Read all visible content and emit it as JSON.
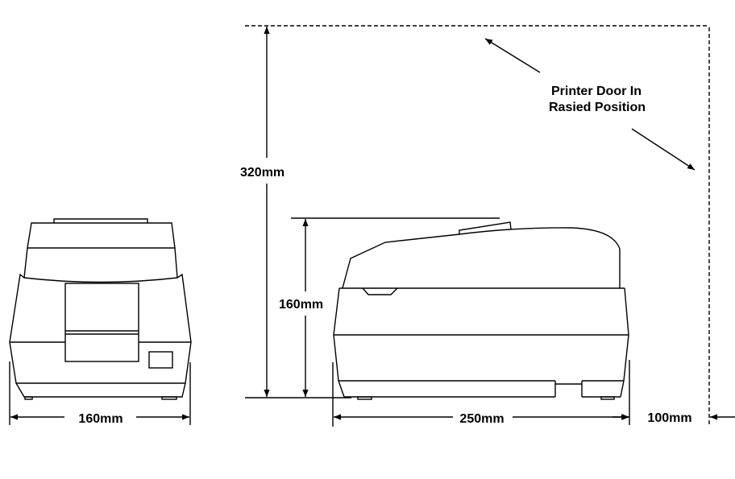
{
  "diagram": {
    "type": "printer-dimension-drawing",
    "views": [
      "front-view",
      "side-view"
    ],
    "colors": {
      "line": "#000000",
      "background": "#ffffff"
    },
    "dimensions": {
      "front_width": "160mm",
      "side_depth": "250mm",
      "height_closed": "160mm",
      "height_door_raised": "320mm",
      "rear_clearance": "100mm"
    },
    "annotation": {
      "line1": "Printer Door In",
      "line2": "Rasied Position"
    }
  }
}
